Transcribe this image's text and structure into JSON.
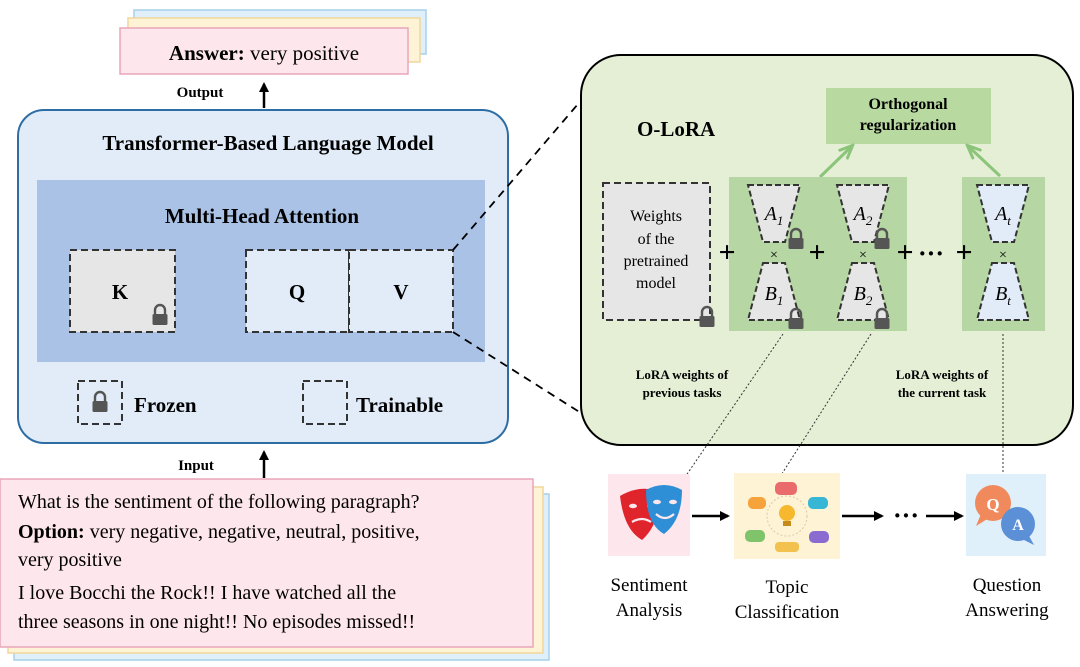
{
  "colors": {
    "answer_fill": "#fde6ec",
    "answer_border": "#e8a6b9",
    "model_fill": "#e1ecf8",
    "model_border": "#2e6da4",
    "attention_fill": "#a9c2e6",
    "olora_fill": "#e4efd6",
    "lora_fill": "#b6d7a3",
    "ortho_fill": "#b8d9a0",
    "input_fill": "#fde6ec",
    "frozen_box_fill": "#e6e6e6",
    "trainable_box_fill": "#e1ecf8"
  },
  "answer": {
    "label": "Answer:",
    "value": " very positive"
  },
  "output_label": "Output",
  "input_label": "Input",
  "model": {
    "title": "Transformer-Based Language Model",
    "attention_title": "Multi-Head Attention",
    "k": "K",
    "q": "Q",
    "v": "V",
    "legend_frozen": "Frozen",
    "legend_trainable": "Trainable"
  },
  "olora": {
    "title": "O-LoRA",
    "ortho_line1": "Orthogonal",
    "ortho_line2": "regularization",
    "pretrained_line1": "Weights",
    "pretrained_line2": "of the",
    "pretrained_line3": "pretrained",
    "pretrained_line4": "model",
    "plus": "+",
    "ellipsis": "···",
    "times": "×",
    "a1": "A",
    "a1_sub": "1",
    "b1": "B",
    "b1_sub": "1",
    "a2": "A",
    "a2_sub": "2",
    "b2": "B",
    "b2_sub": "2",
    "at": "A",
    "at_sub": "t",
    "bt": "B",
    "bt_sub": "t",
    "prev_caption_line1": "LoRA weights of",
    "prev_caption_line2": "previous tasks",
    "curr_caption_line1": "LoRA weights of",
    "curr_caption_line2": "the current task"
  },
  "input_text": {
    "line1": "What is the sentiment of the following paragraph?",
    "option_label": "Option:",
    "line2_rest": " very negative, negative, neutral, positive,",
    "line3": "very positive",
    "line4": "I love Bocchi the Rock!! I have watched all the",
    "line5": "three seasons in one night!! No episodes missed!!"
  },
  "tasks": [
    {
      "name_line1": "Sentiment",
      "name_line2": "Analysis",
      "icon": "theater-masks-icon"
    },
    {
      "name_line1": "Topic",
      "name_line2": "Classification",
      "icon": "lightbulb-speech-bubbles-icon"
    },
    {
      "name_line1": "Question",
      "name_line2": "Answering",
      "icon": "qa-speech-bubbles-icon"
    }
  ],
  "task_ellipsis": "···"
}
